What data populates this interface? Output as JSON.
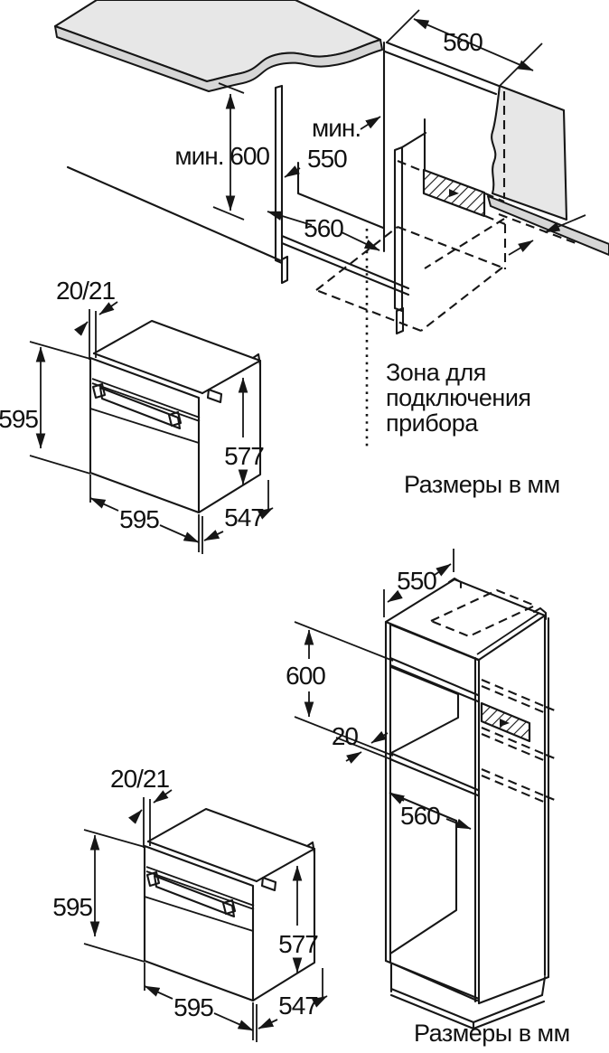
{
  "figure": {
    "type": "appliance installation drawing",
    "units_caption": "Размеры в мм",
    "colors": {
      "line": "#161616",
      "surface_gray": "#e7e7e7",
      "edge_gray": "#d6d6d6",
      "background": "#ffffff"
    }
  },
  "top_section": {
    "title": "under-counter niche installation",
    "dimensions": {
      "niche_width": "560",
      "min_height": "мин. 600",
      "min_prefix": "мин.",
      "side_panel_depth": "550",
      "floor_depth": "560"
    },
    "connection_zone_note": {
      "line1": "Зона для",
      "line2": "подключения",
      "line3": "прибора"
    },
    "caption": "Размеры в мм",
    "oven": {
      "front_offset": "20/21",
      "door_height": "595",
      "body_height": "577",
      "width": "595",
      "depth": "547"
    }
  },
  "bottom_section": {
    "title": "tall cabinet niche installation",
    "dimensions": {
      "top_depth": "550",
      "niche_height": "600",
      "shelf_thickness": "20",
      "niche_depth": "560"
    },
    "caption": "Размеры в мм",
    "oven": {
      "front_offset": "20/21",
      "door_height": "595",
      "body_height": "577",
      "width": "595",
      "depth": "547"
    }
  }
}
